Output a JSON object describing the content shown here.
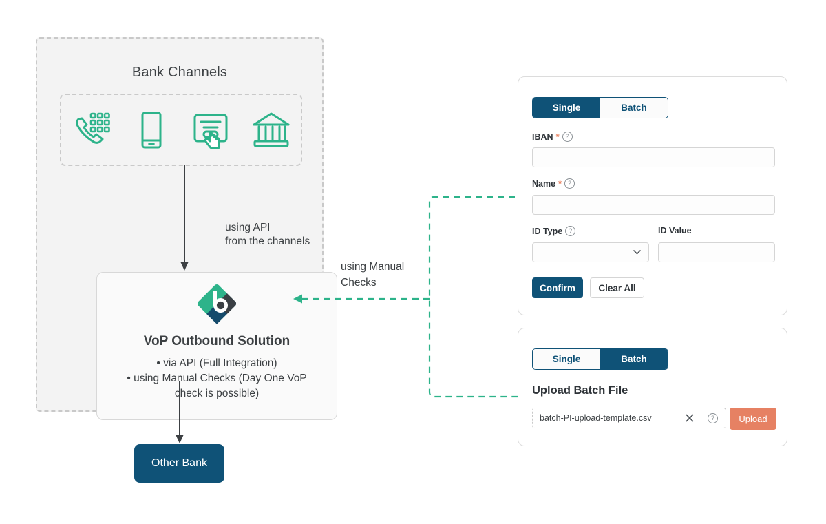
{
  "colors": {
    "navy": "#0f5277",
    "teal": "#2db38a",
    "coral": "#e68163",
    "panel_bg": "#f3f3f3",
    "dashed_gray": "#c9c9c9",
    "text": "#3c4043"
  },
  "bank_panel": {
    "title": "Bank Channels",
    "channels": [
      {
        "name": "phone-keypad-icon",
        "label": "Phone banking"
      },
      {
        "name": "mobile-phone-icon",
        "label": "Mobile banking"
      },
      {
        "name": "online-banking-click-icon",
        "label": "Online banking"
      },
      {
        "name": "bank-building-icon",
        "label": "Branch"
      }
    ],
    "api_arrow_label": "using API\nfrom the channels",
    "vop": {
      "logo_name": "vop-diamond-logo",
      "title": "VoP Outbound Solution",
      "bullets": [
        "• via API (Full Integration)",
        "• using Manual Checks (Day One VoP",
        "check is possible)"
      ]
    },
    "other_bank_label": "Other Bank"
  },
  "connector": {
    "manual_label": "using Manual\nChecks"
  },
  "single_card": {
    "tabs": [
      {
        "label": "Single",
        "active": true
      },
      {
        "label": "Batch",
        "active": false
      }
    ],
    "fields": {
      "iban": {
        "label": "IBAN",
        "required": "*",
        "value": "",
        "placeholder": ""
      },
      "name": {
        "label": "Name",
        "required": "*",
        "value": "",
        "placeholder": ""
      },
      "id_type": {
        "label": "ID Type",
        "value": "",
        "placeholder": ""
      },
      "id_value": {
        "label": "ID Value",
        "value": "",
        "placeholder": ""
      }
    },
    "buttons": {
      "confirm": "Confirm",
      "clear_all": "Clear All"
    }
  },
  "batch_card": {
    "tabs": [
      {
        "label": "Single",
        "active": false
      },
      {
        "label": "Batch",
        "active": true
      }
    ],
    "upload_title": "Upload Batch File",
    "file_name": "batch-PI-upload-template.csv",
    "upload_button": "Upload",
    "help_glyph": "?",
    "clear_glyph": "✕"
  }
}
